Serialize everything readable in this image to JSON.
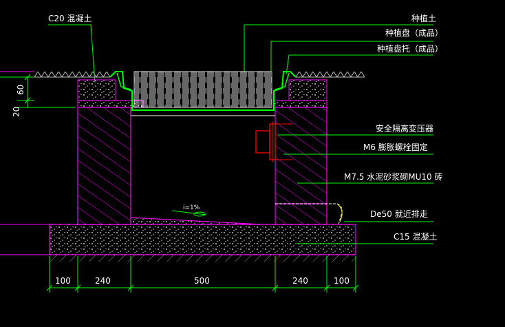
{
  "colors": {
    "background": "#000000",
    "wall": "#ff00ff",
    "hatch": "#ff00ff",
    "green": "#00ff00",
    "leader": "#00ff00",
    "dimension": "#00ff00",
    "red": "#ff0000",
    "text": "#ffffff",
    "concrete": "#ffffff",
    "yellow": "#ffff00"
  },
  "labels": {
    "c20": "C20 混凝土",
    "soil": "种植土",
    "tray": "种植盘（成品）",
    "tray_support": "种植盘托（成品）",
    "transformer": "安全隔离变压器",
    "bolt": "M6 膨胀螺栓固定",
    "brick": "M7.5 水泥砂浆砌MU10 砖",
    "drain": "De50  就近排走",
    "c15": "C15 混凝土",
    "slope": "i=1%"
  },
  "dimensions": {
    "top": [
      "60",
      "20"
    ],
    "bottom": [
      "100",
      "240",
      "500",
      "240",
      "100"
    ]
  }
}
